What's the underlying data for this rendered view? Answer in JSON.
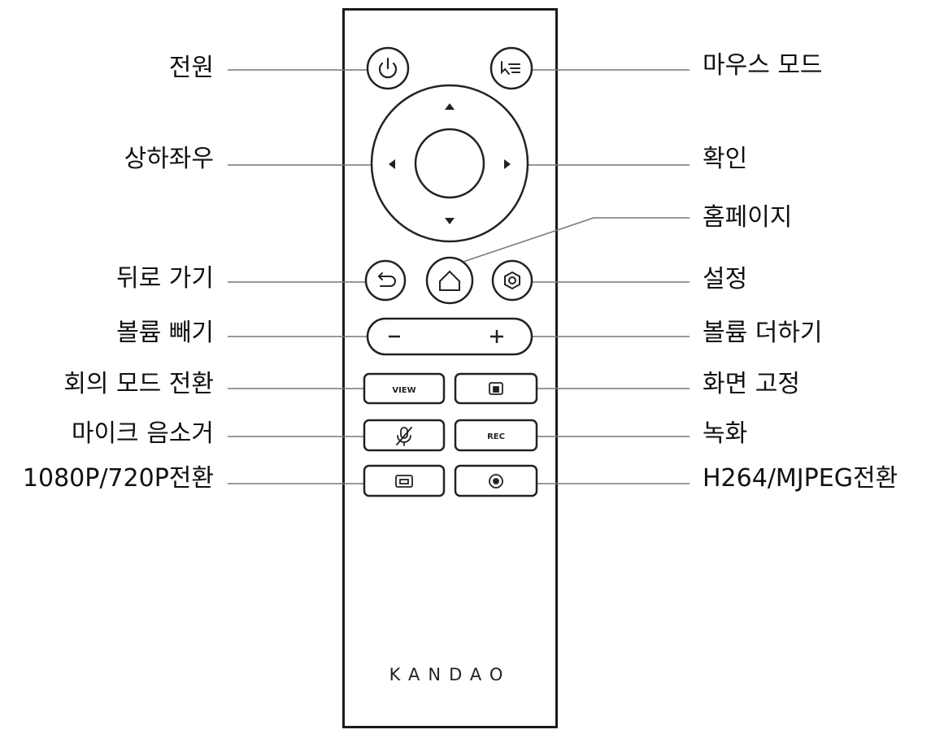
{
  "labels_left": {
    "power": "전원",
    "dpad": "상하좌우",
    "back": "뒤로 가기",
    "volume_down": "볼륨 빼기",
    "meeting_mode": "회의 모드 전환",
    "mic_mute": "마이크 음소거",
    "resolution": "1080P/720P전환"
  },
  "labels_right": {
    "mouse_mode": "마우스 모드",
    "ok": "확인",
    "home": "홈페이지",
    "settings": "설정",
    "volume_up": "볼륨 더하기",
    "screen_freeze": "화면 고정",
    "record": "녹화",
    "codec": "H264/MJPEG전환"
  },
  "buttons": {
    "view_text": "VIEW",
    "rec_text": "REC",
    "minus_text": "−",
    "plus_text": "+"
  },
  "brand": "KANDAO"
}
